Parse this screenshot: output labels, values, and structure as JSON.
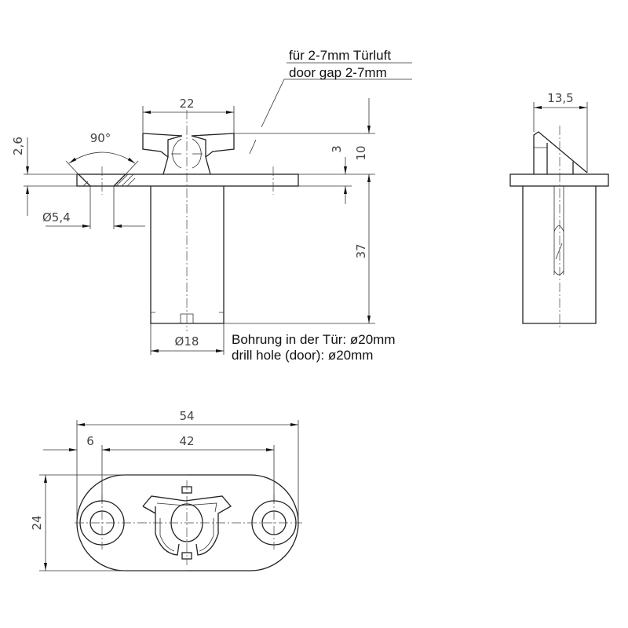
{
  "front_view": {
    "dim_width_top": "22",
    "dim_countersink_angle": "90°",
    "dim_flange_thickness": "2,6",
    "dim_hole_diameter": "Ø5,4",
    "dim_flange_3": "3",
    "dim_clip_height": "10",
    "dim_body_length": "37",
    "dim_body_diameter": "Ø18",
    "note_gap_de": "für 2-7mm Türluft",
    "note_gap_en": "door gap 2-7mm",
    "note_drill_de": "Bohrung in der Tür: ø20mm",
    "note_drill_en": "drill hole (door): ø20mm"
  },
  "side_view": {
    "dim_width": "13,5"
  },
  "top_view": {
    "dim_total_length": "54",
    "dim_edge_offset": "6",
    "dim_hole_spacing": "42",
    "dim_height": "24"
  }
}
